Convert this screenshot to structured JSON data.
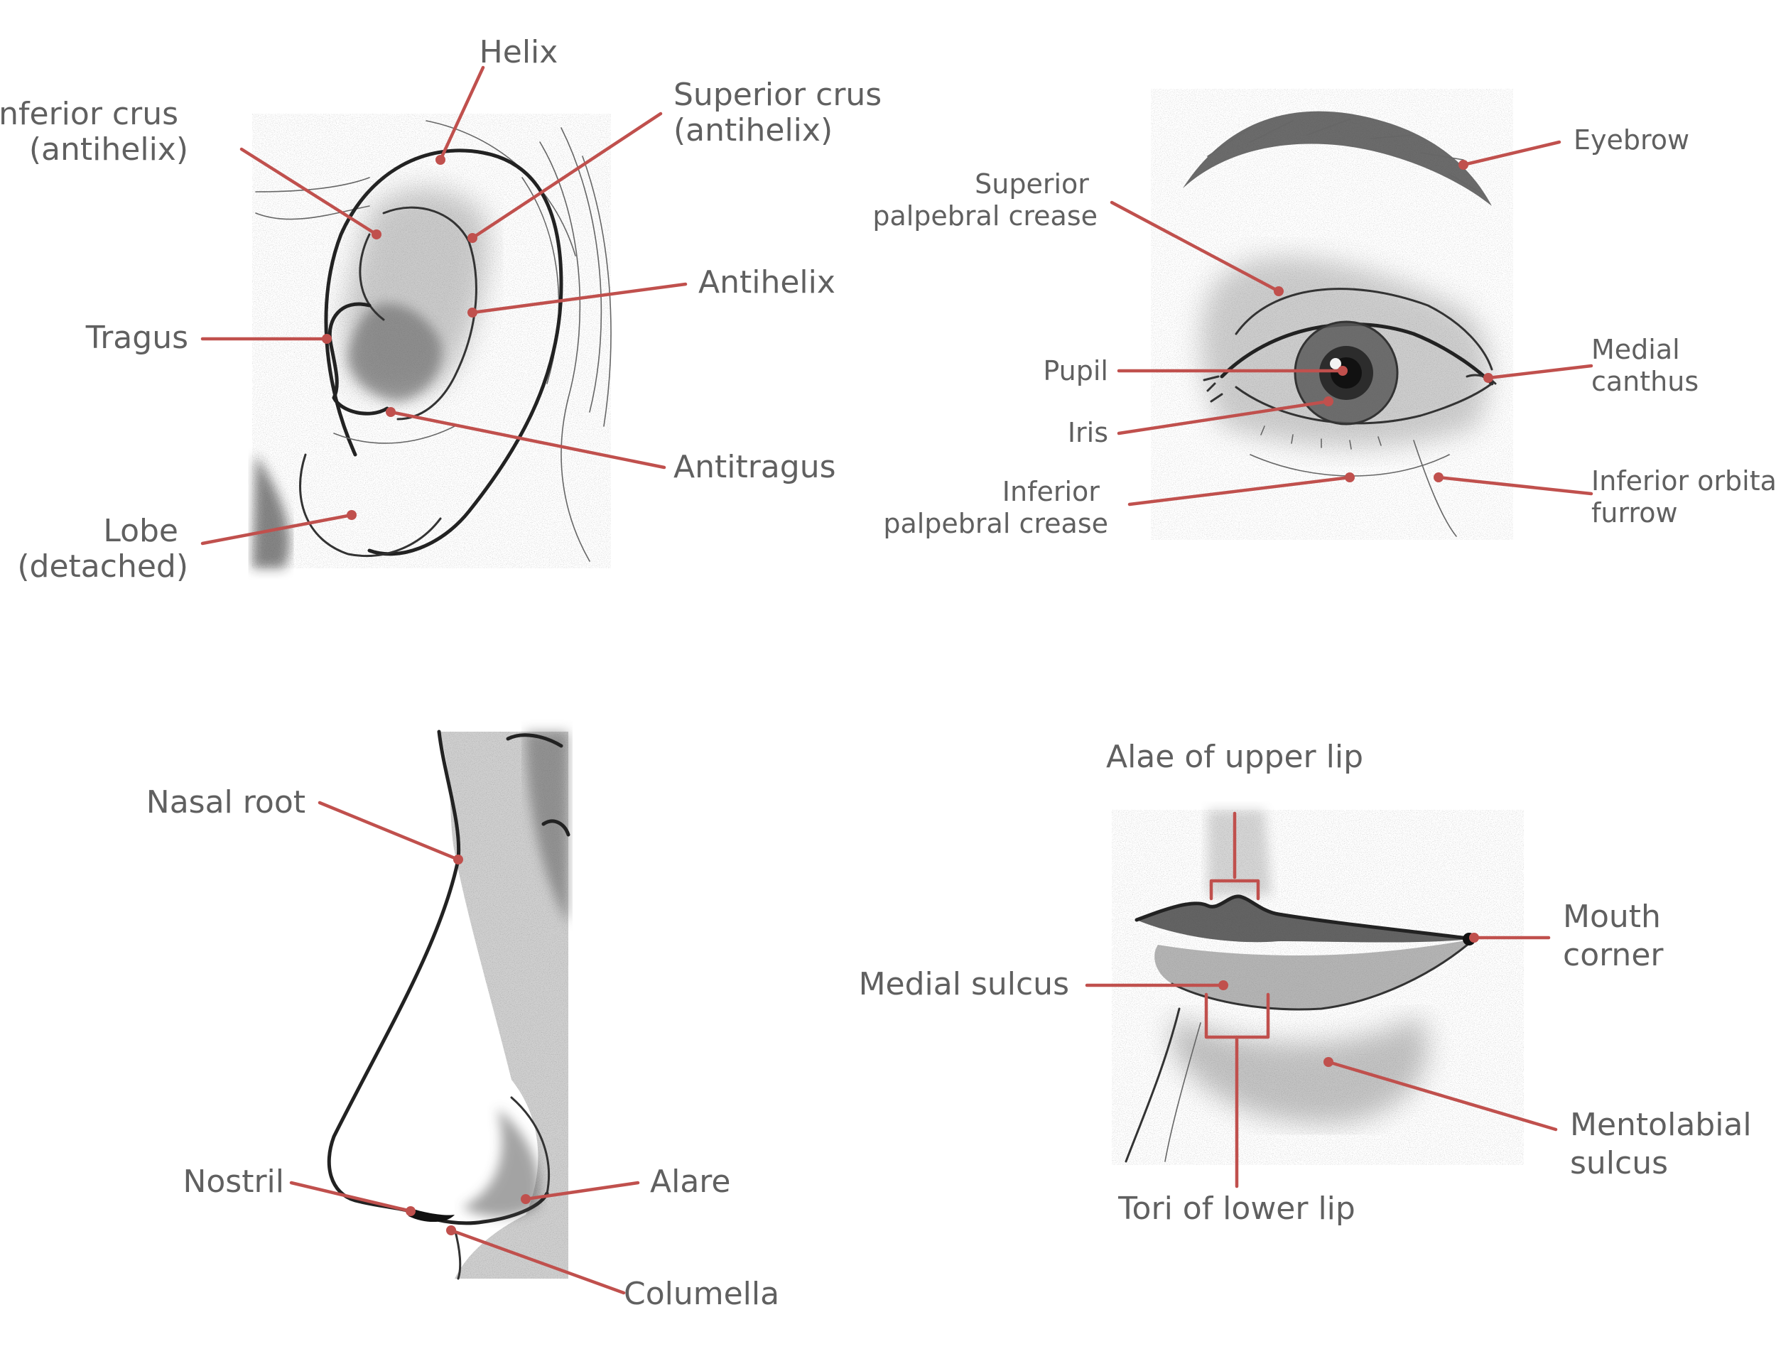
{
  "colors": {
    "leader": "#c0504d",
    "label": "#606060",
    "background": "#ffffff"
  },
  "panels": [
    {
      "id": "ear",
      "labels": [
        {
          "key": "helix",
          "lines": [
            "Helix"
          ]
        },
        {
          "key": "inferior_crus",
          "lines": [
            "Inferior crus",
            "(antihelix)"
          ]
        },
        {
          "key": "superior_crus",
          "lines": [
            "Superior crus",
            "(antihelix)"
          ]
        },
        {
          "key": "antihelix",
          "lines": [
            "Antihelix"
          ]
        },
        {
          "key": "tragus",
          "lines": [
            "Tragus"
          ]
        },
        {
          "key": "antitragus",
          "lines": [
            "Antitragus"
          ]
        },
        {
          "key": "lobe",
          "lines": [
            "Lobe",
            "(detached)"
          ]
        }
      ]
    },
    {
      "id": "eye",
      "labels": [
        {
          "key": "eyebrow",
          "lines": [
            "Eyebrow"
          ]
        },
        {
          "key": "superior_palpebral_crease",
          "lines": [
            "Superior",
            "palpebral crease"
          ]
        },
        {
          "key": "pupil",
          "lines": [
            "Pupil"
          ]
        },
        {
          "key": "medial_canthus",
          "lines": [
            "Medial",
            "canthus"
          ]
        },
        {
          "key": "iris",
          "lines": [
            "Iris"
          ]
        },
        {
          "key": "inferior_palpebral_crease",
          "lines": [
            "Inferior",
            "palpebral crease"
          ]
        },
        {
          "key": "inferior_orbital_furrow",
          "lines": [
            "Inferior orbital",
            "furrow"
          ]
        }
      ]
    },
    {
      "id": "nose",
      "labels": [
        {
          "key": "nasal_root",
          "lines": [
            "Nasal root"
          ]
        },
        {
          "key": "nostril",
          "lines": [
            "Nostril"
          ]
        },
        {
          "key": "alare",
          "lines": [
            "Alare"
          ]
        },
        {
          "key": "columella",
          "lines": [
            "Columella"
          ]
        }
      ]
    },
    {
      "id": "mouth",
      "labels": [
        {
          "key": "alae_upper_lip",
          "lines": [
            "Alae of upper lip"
          ]
        },
        {
          "key": "mouth_corner",
          "lines": [
            "Mouth",
            "corner"
          ]
        },
        {
          "key": "medial_sulcus",
          "lines": [
            "Medial sulcus"
          ]
        },
        {
          "key": "mentolabial_sulcus",
          "lines": [
            "Mentolabial",
            "sulcus"
          ]
        },
        {
          "key": "tori_lower_lip",
          "lines": [
            "Tori of lower lip"
          ]
        }
      ]
    }
  ]
}
